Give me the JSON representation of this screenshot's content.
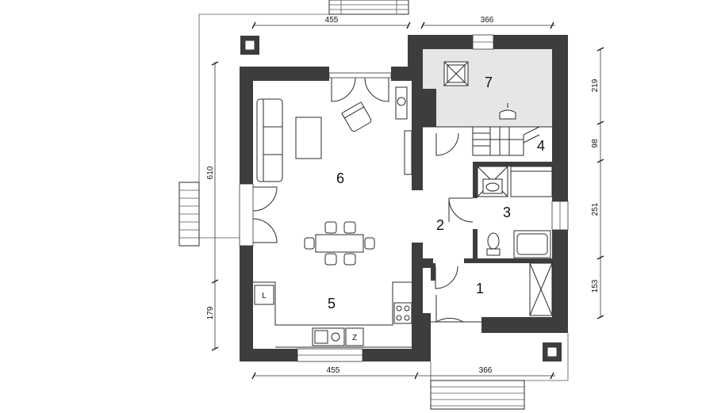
{
  "rooms": [
    {
      "id": "1",
      "label": "1"
    },
    {
      "id": "2",
      "label": "2"
    },
    {
      "id": "3",
      "label": "3"
    },
    {
      "id": "4",
      "label": "4"
    },
    {
      "id": "5",
      "label": "5"
    },
    {
      "id": "6",
      "label": "6"
    },
    {
      "id": "7",
      "label": "7"
    }
  ],
  "dimensions": {
    "top_left": "455",
    "top_right": "366",
    "bottom_left": "455",
    "bottom_right": "366",
    "left_overall": "610",
    "left_lower": "179",
    "right_219": "219",
    "right_98": "98",
    "right_251": "251",
    "right_153": "153"
  },
  "fixture_labels": {
    "laundry": "L",
    "fridge": "Z"
  },
  "colors": {
    "wall": "#3d3d3f",
    "room7_fill": "#e6e6e6"
  }
}
